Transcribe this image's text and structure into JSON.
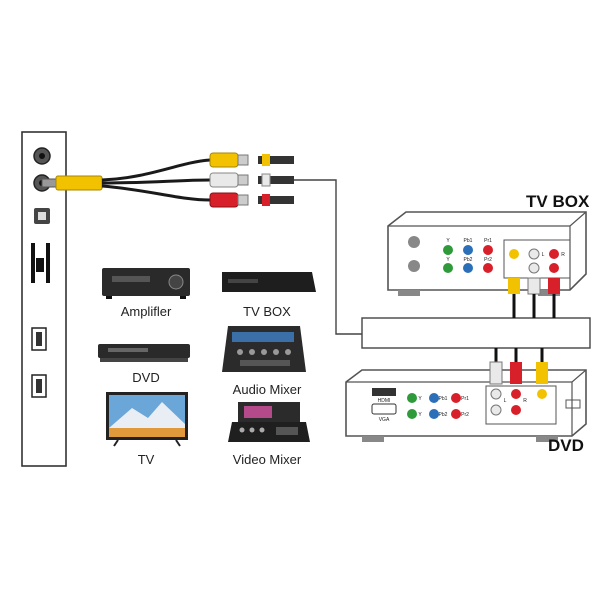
{
  "devices": {
    "tv_box_title": "TV BOX",
    "dvd_title": "DVD"
  },
  "compatible_devices": [
    {
      "label": "Amplifler",
      "icon": "amplifier-icon"
    },
    {
      "label": "TV BOX",
      "icon": "tv-box-icon"
    },
    {
      "label": "DVD",
      "icon": "dvd-player-icon"
    },
    {
      "label": "Audio Mixer",
      "icon": "audio-mixer-icon"
    },
    {
      "label": "TV",
      "icon": "tv-icon"
    },
    {
      "label": "Video Mixer",
      "icon": "video-mixer-icon"
    }
  ],
  "tvbox_port_labels": {
    "y": "Y",
    "pb": "Pb1",
    "pr": "Pr1",
    "y2": "Y",
    "pb2": "Pb2",
    "pr2": "Pr2",
    "l": "L",
    "r": "R"
  },
  "dvd_port_labels": {
    "hdmi": "HDMI",
    "vga": "VGA",
    "y": "Y",
    "pb": "Pb1",
    "pr": "Pr1",
    "y2": "Y",
    "pb2": "Pb2",
    "pr2": "Pr2",
    "l": "L",
    "r": "R"
  },
  "colors": {
    "yellow": "#f2c200",
    "white": "#e9e9e9",
    "red": "#d8202a",
    "green": "#2f9a3a",
    "blue": "#2a6fb8",
    "cable": "#1a1a1a"
  }
}
